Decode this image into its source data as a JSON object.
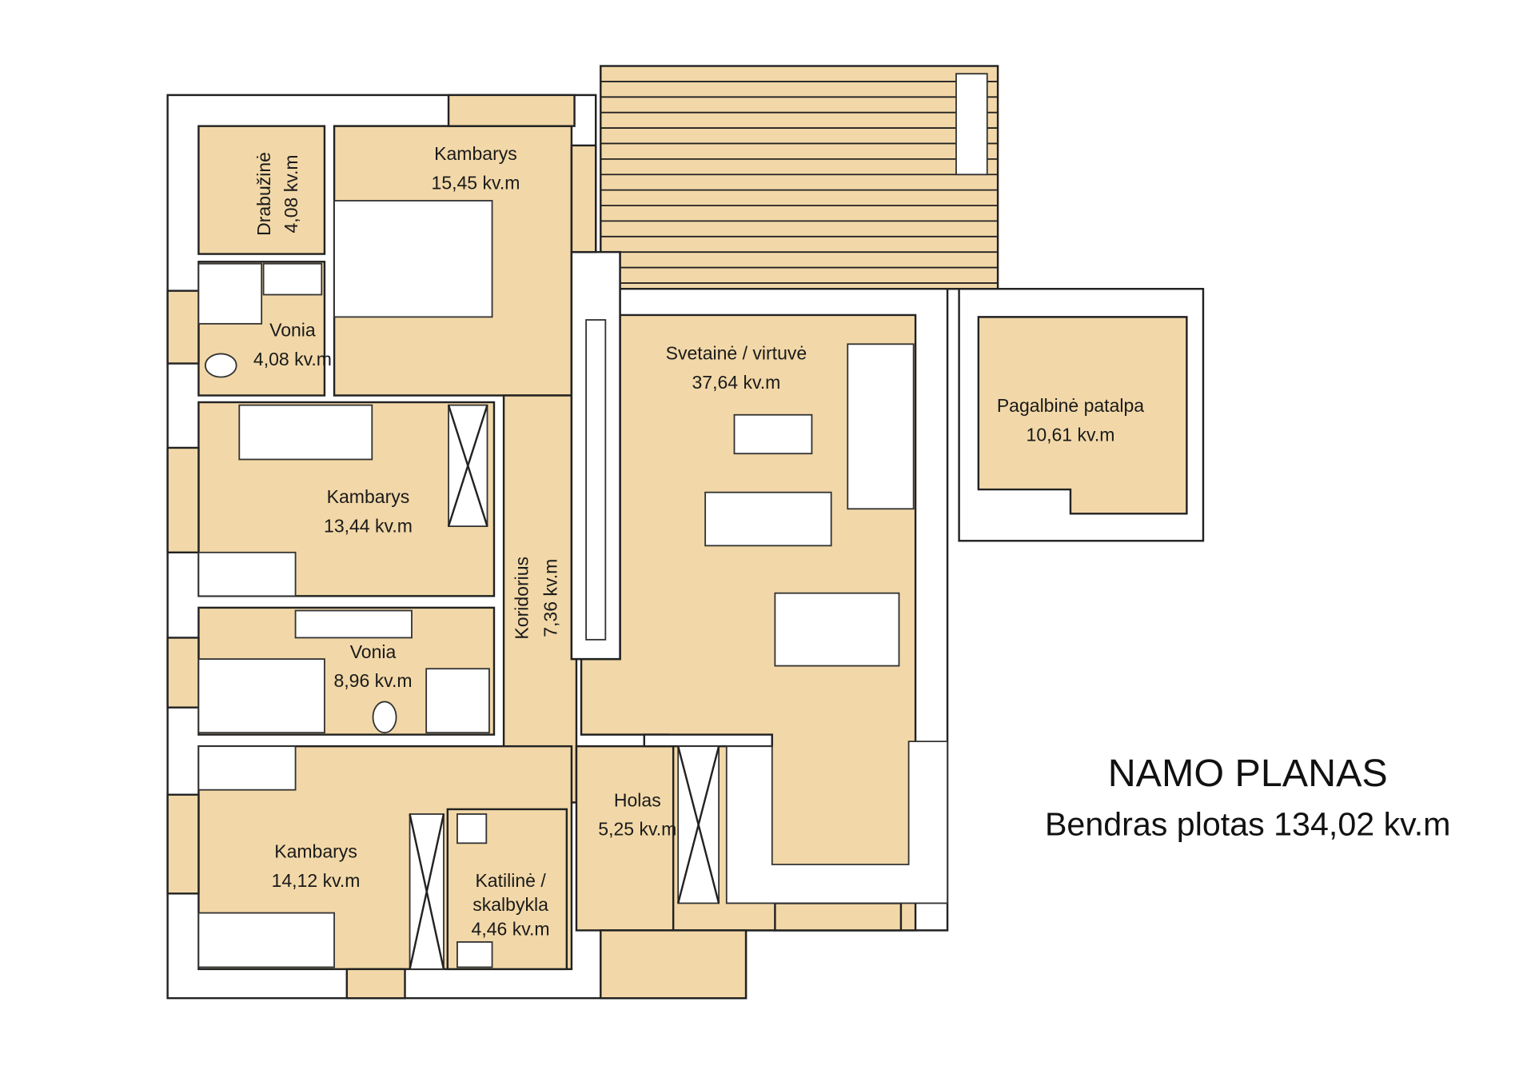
{
  "colors": {
    "floor": "#f2d8a8",
    "wall": "#ffffff",
    "line": "#222222"
  },
  "header": {
    "title": "NAMO PLANAS",
    "subtitle": "Bendras plotas 134,02 kv.m"
  },
  "rooms": {
    "bedroom1": {
      "name": "Kambarys",
      "area": "15,45 kv.m"
    },
    "wardrobe": {
      "name": "Drabužinė",
      "area": "4,08 kv.m"
    },
    "bath1": {
      "name": "Vonia",
      "area": "4,08 kv.m"
    },
    "living": {
      "name": "Svetainė / virtuvė",
      "area": "37,64 kv.m"
    },
    "utility": {
      "name": "Pagalbinė patalpa",
      "area": "10,61 kv.m"
    },
    "bedroom2": {
      "name": "Kambarys",
      "area": "13,44 kv.m"
    },
    "corridor": {
      "name": "Koridorius",
      "area": "7,36 kv.m"
    },
    "bath2": {
      "name": "Vonia",
      "area": "8,96 kv.m"
    },
    "bedroom3": {
      "name": "Kambarys",
      "area": "14,12 kv.m"
    },
    "hall": {
      "name": "Holas",
      "area": "5,25 kv.m"
    },
    "boiler": {
      "name_line1": "Katilinė /",
      "name_line2": "skalbykla",
      "area": "4,46 kv.m"
    }
  }
}
